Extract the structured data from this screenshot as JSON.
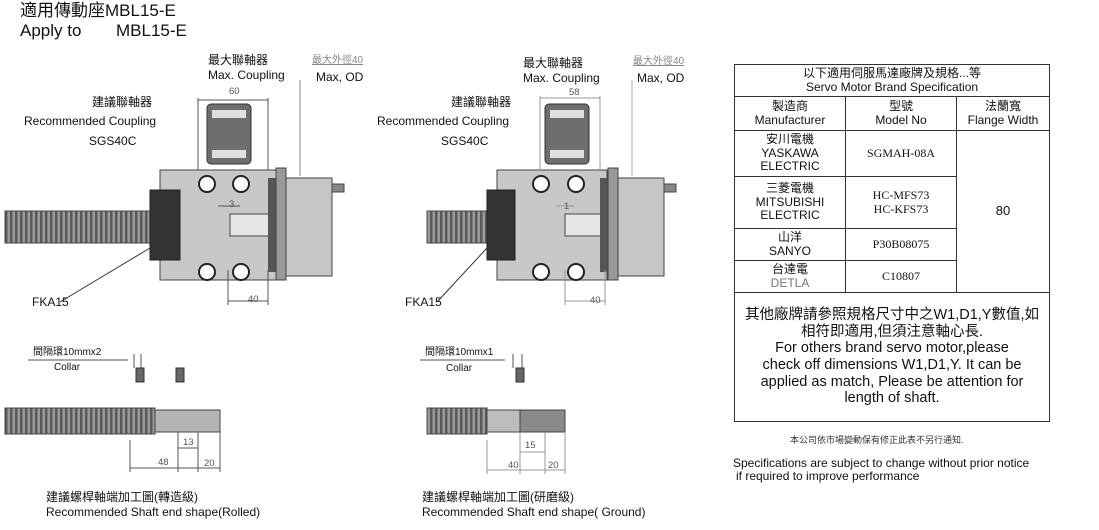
{
  "header": {
    "title_zh": "適用傳動座MBL15-E",
    "title_en_prefix": "Apply to",
    "title_en_model": "MBL15-E"
  },
  "left_view": {
    "max_coupling_zh": "最大聯軸器",
    "max_coupling_en": "Max. Coupling",
    "max_od_zh": "最大外徑40",
    "max_od_en": "Max, OD",
    "rec_coupling_zh": "建議聯軸器",
    "rec_coupling_en": "Recommended Coupling",
    "rec_coupling_model": "SGS40C",
    "dim_top": "60",
    "dim_gap": "3",
    "dim_bottom": "40",
    "support": "FKA15",
    "collar": {
      "label_zh": "間隔環10mmx2",
      "label_en": "Collar"
    },
    "shaft": {
      "dim_13": "13",
      "dim_48": "48",
      "dim_20": "20",
      "caption_zh": "建議螺桿軸端加工圖(轉造級)",
      "caption_en": "Recommended Shaft end shape(Rolled)"
    }
  },
  "right_view": {
    "max_coupling_zh": "最大聯軸器",
    "max_coupling_en": "Max. Coupling",
    "max_od_zh": "最大外徑40",
    "max_od_en": "Max, OD",
    "rec_coupling_zh": "建議聯軸器",
    "rec_coupling_en": "Recommended Coupling",
    "rec_coupling_model": "SGS40C",
    "dim_top": "58",
    "dim_gap": "1",
    "dim_bottom": "40",
    "support": "FKA15",
    "collar": {
      "label_zh": "間隔環10mmx1",
      "label_en": "Collar"
    },
    "shaft": {
      "dim_15": "15",
      "dim_40": "40",
      "dim_20": "20",
      "caption_zh": "建議螺桿軸端加工圖(研磨級)",
      "caption_en": "Recommended Shaft end shape( Ground)"
    }
  },
  "spec_table": {
    "title_zh": "以下適用伺服馬達廠牌及規格...等",
    "title_en": "Servo Motor Brand Specification",
    "headers": [
      {
        "zh": "製造商",
        "en": "Manufacturer"
      },
      {
        "zh": "型號",
        "en": "Model No"
      },
      {
        "zh": "法蘭寬",
        "en": "Flange Width"
      }
    ],
    "rows": [
      {
        "maker_zh": "安川電機",
        "maker_en": "YASKAWA ELECTRIC",
        "model": "SGMAH-08A"
      },
      {
        "maker_zh": "三菱電機",
        "maker_en": "MITSUBISHI ELECTRIC",
        "model": "HC-MFS73 HC-KFS73"
      },
      {
        "maker_zh": "山洋",
        "maker_en": "SANYO",
        "model": "P30B08075"
      },
      {
        "maker_zh": "台達電",
        "maker_en": "DETLA",
        "model": "C10807"
      }
    ],
    "flange_width": "80",
    "note_zh": "其他廠牌請參照規格尺寸中之W1,D1,Y數值,如相符即適用,但須注意軸心長.",
    "note_en": "For others brand servo motor,please check off dimensions W1,D1,Y. It can be applied as match, Please be attention for length of shaft."
  },
  "footer": {
    "zh": "本公司依市場變動保有修正此表不另行通知.",
    "en_line1": "Specifications are subject to change without prior notice",
    "en_line2": "if required to improve performance"
  }
}
